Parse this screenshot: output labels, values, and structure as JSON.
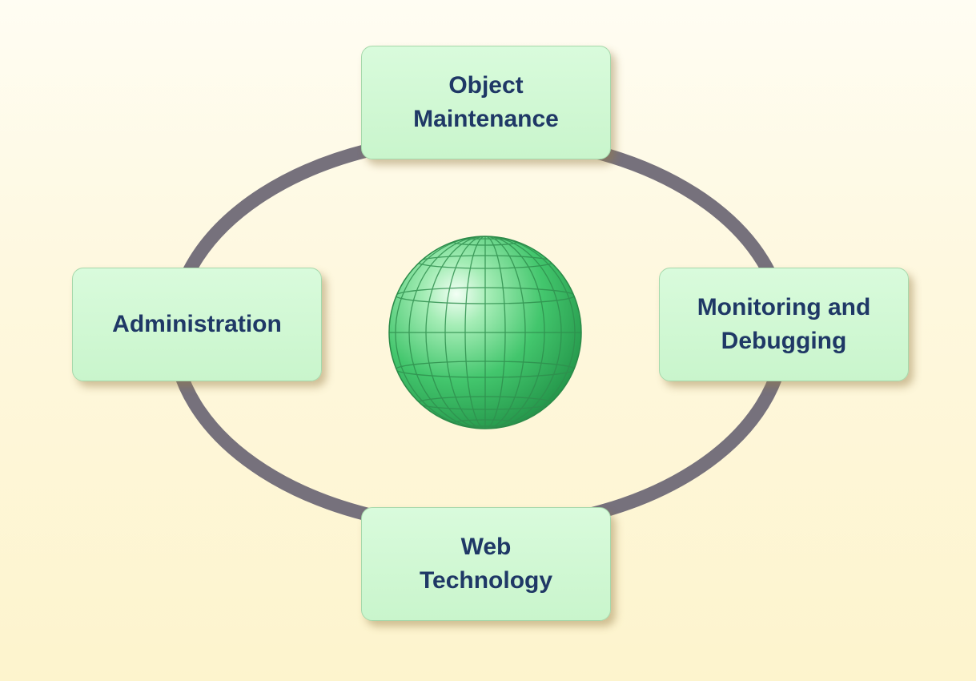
{
  "diagram": {
    "nodes": [
      {
        "id": "top",
        "lines": [
          "Object",
          "Maintenance"
        ]
      },
      {
        "id": "left",
        "lines": [
          "Administration"
        ]
      },
      {
        "id": "right",
        "lines": [
          "Monitoring and",
          "Debugging"
        ]
      },
      {
        "id": "bottom",
        "lines": [
          "Web",
          "Technology"
        ]
      }
    ],
    "center": {
      "icon": "globe-icon"
    },
    "colors": {
      "background": "#fdf6d6",
      "box_fill": "#cef7d1",
      "box_border": "#a6d8ab",
      "text": "#1f3866",
      "ring": "#76717c",
      "globe": "#3fc26a"
    }
  }
}
